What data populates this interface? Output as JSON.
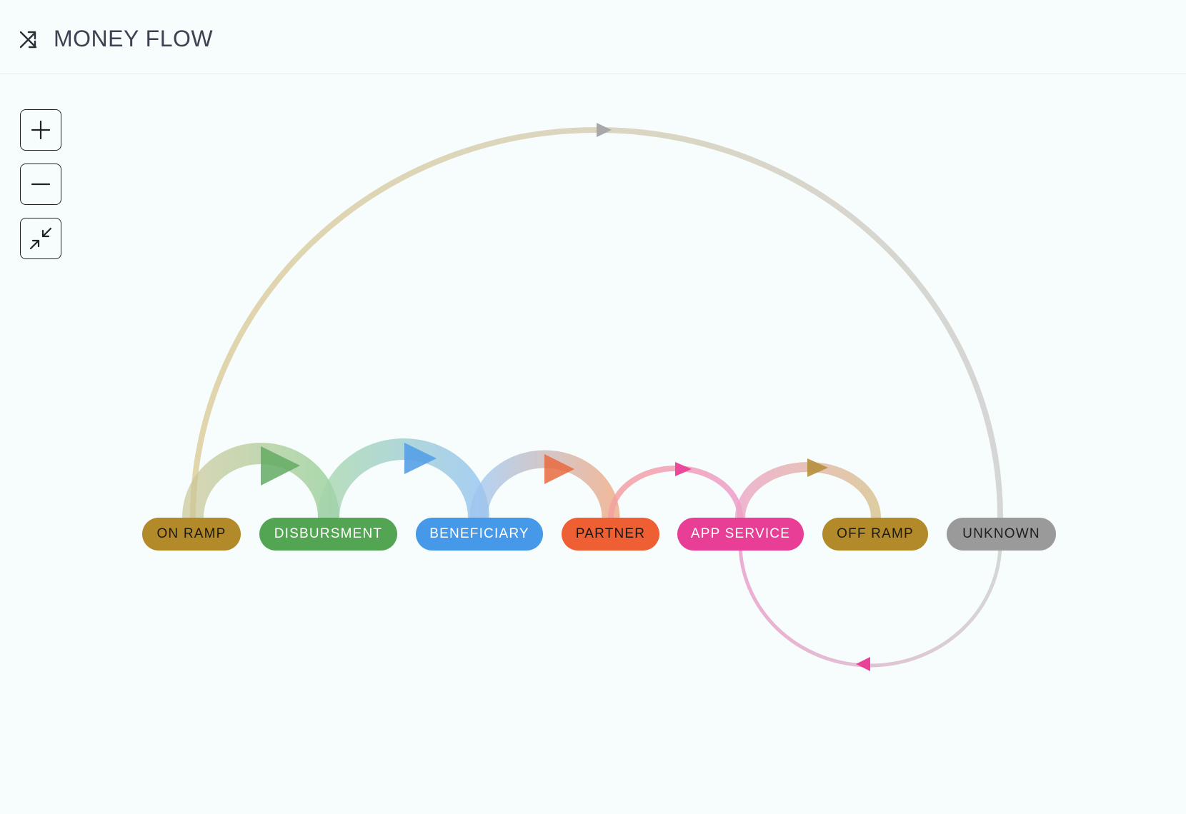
{
  "header": {
    "title": "MONEY FLOW",
    "icon": "shuffle-icon"
  },
  "controls": {
    "zoom_in_icon": "plus-icon",
    "zoom_out_icon": "minus-icon",
    "fit_icon": "collapse-arrows-icon"
  },
  "nodes": [
    {
      "id": "on_ramp",
      "label": "ON RAMP",
      "color": "#b38a2a",
      "text_color": "#1e1a0e"
    },
    {
      "id": "disbursment",
      "label": "DISBURSMENT",
      "color": "#53a553",
      "text_color": "#ffffff"
    },
    {
      "id": "beneficiary",
      "label": "BENEFICIARY",
      "color": "#4599e8",
      "text_color": "#ffffff"
    },
    {
      "id": "partner",
      "label": "PARTNER",
      "color": "#ee6034",
      "text_color": "#1e1410"
    },
    {
      "id": "app_service",
      "label": "APP SERVICE",
      "color": "#e93e96",
      "text_color": "#ffffff"
    },
    {
      "id": "off_ramp",
      "label": "OFF RAMP",
      "color": "#b38a2a",
      "text_color": "#1e1a0e"
    },
    {
      "id": "unknown",
      "label": "UNKNOWN",
      "color": "#9a9a9a",
      "text_color": "#1e1e1e"
    }
  ],
  "edges": [
    {
      "from": "on_ramp",
      "to": "disbursment",
      "weight": "heavy",
      "side": "above"
    },
    {
      "from": "disbursment",
      "to": "beneficiary",
      "weight": "heavy",
      "side": "above"
    },
    {
      "from": "beneficiary",
      "to": "partner",
      "weight": "heavy",
      "side": "above"
    },
    {
      "from": "partner",
      "to": "app_service",
      "weight": "light",
      "side": "above"
    },
    {
      "from": "app_service",
      "to": "off_ramp",
      "weight": "medium",
      "side": "above"
    },
    {
      "from": "on_ramp",
      "to": "unknown",
      "weight": "light",
      "side": "above"
    },
    {
      "from": "unknown",
      "to": "app_service",
      "weight": "light",
      "side": "below"
    }
  ]
}
